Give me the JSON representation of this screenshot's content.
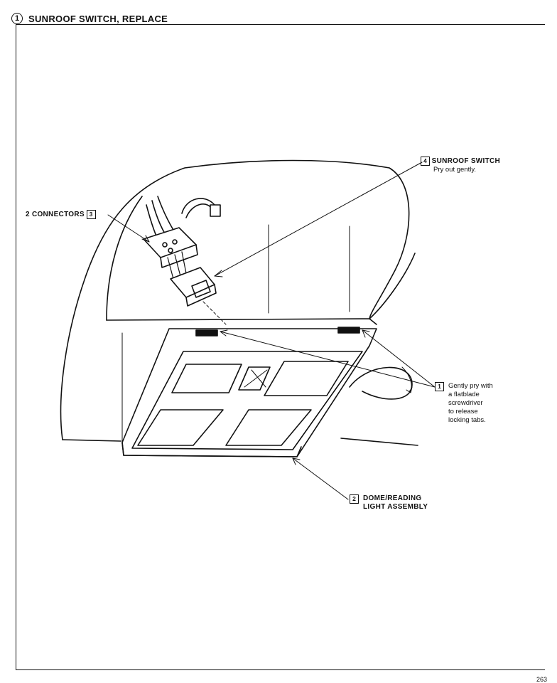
{
  "title": {
    "step_number": "1",
    "text": "SUNROOF SWITCH, REPLACE"
  },
  "callouts": {
    "switch": {
      "number": "4",
      "label": "SUNROOF SWITCH",
      "note": "Pry out gently."
    },
    "connectors": {
      "number": "3",
      "label": "2 CONNECTORS"
    },
    "tabs": {
      "number": "1",
      "note_lines": [
        "Gently pry with",
        "a flatblade",
        "screwdriver",
        "to release",
        "locking tabs."
      ]
    },
    "assembly": {
      "number": "2",
      "label_lines": [
        "DOME/READING",
        "LIGHT ASSEMBLY"
      ]
    }
  },
  "page_number": "263"
}
